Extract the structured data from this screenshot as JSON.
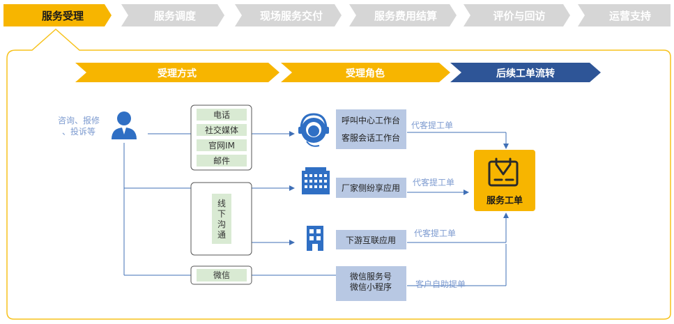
{
  "colors": {
    "active": "#f7b500",
    "inactive": "#d6d6d6",
    "dark_blue": "#2e5597",
    "green_box": "#d9ead3",
    "blue_box": "#b8c8e3",
    "label_blue": "#7d9bd0",
    "line": "#3f6fb6",
    "icon_blue": "#2f6fc4",
    "panel_border": "#f7c21c"
  },
  "top_steps": [
    "服务受理",
    "服务调度",
    "现场服务交付",
    "服务费用结算",
    "评价与回访",
    "运营支持"
  ],
  "phases": [
    "受理方式",
    "受理角色",
    "后续工单流转"
  ],
  "customer_text": [
    "咨询、报修",
    "、投诉等"
  ],
  "channels": {
    "online": [
      "电话",
      "社交媒体",
      "官网IM",
      "邮件"
    ],
    "offline": [
      "线",
      "下",
      "沟",
      "通"
    ],
    "wechat": "微信"
  },
  "roles": {
    "call_center": [
      "呼叫中心工作台",
      "客服会话工作台"
    ],
    "vendor_app": "厂家侧纷享应用",
    "downstream_app": "下游互联应用",
    "wechat_apps": [
      "微信服务号",
      "微信小程序"
    ]
  },
  "edge_labels": [
    "代客提工单",
    "代客提工单",
    "代客提工单",
    "客户自助提单"
  ],
  "target": "服务工单",
  "icons": [
    "person-icon",
    "headset-icon",
    "building-icon",
    "office-icon",
    "work-order-icon"
  ]
}
